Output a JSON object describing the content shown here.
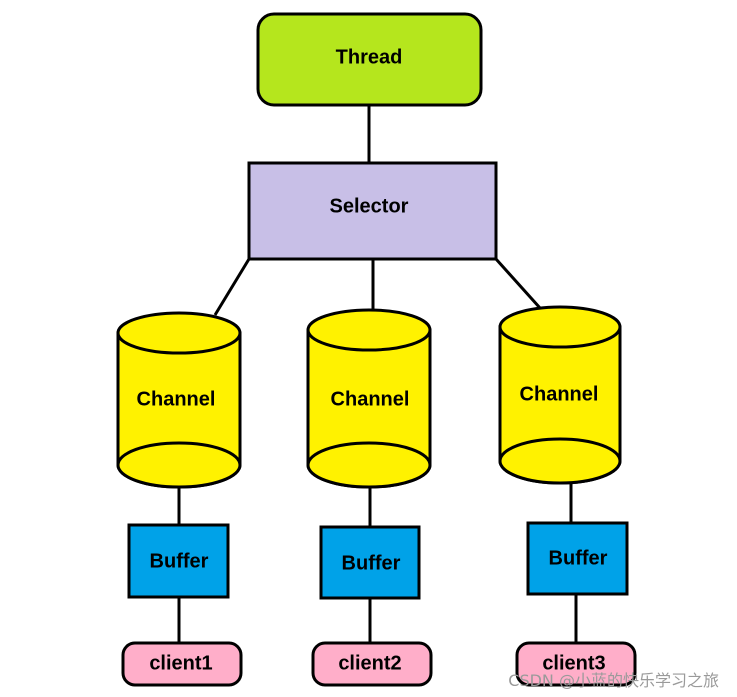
{
  "diagram": {
    "thread": {
      "label": "Thread",
      "color": "#b5e61d"
    },
    "selector": {
      "label": "Selector",
      "color": "#c8bfe7"
    },
    "channels": [
      {
        "label": "Channel",
        "color": "#fff200"
      },
      {
        "label": "Channel",
        "color": "#fff200"
      },
      {
        "label": "Channel",
        "color": "#fff200"
      }
    ],
    "buffers": [
      {
        "label": "Buffer",
        "color": "#00a2e8"
      },
      {
        "label": "Buffer",
        "color": "#00a2e8"
      },
      {
        "label": "Buffer",
        "color": "#00a2e8"
      }
    ],
    "clients": [
      {
        "label": "client1",
        "color": "#ffaec9"
      },
      {
        "label": "client2",
        "color": "#ffaec9"
      },
      {
        "label": "client3",
        "color": "#ffaec9"
      }
    ],
    "stroke_color": "#000000"
  },
  "watermark": "CSDN @小蓝的快乐学习之旅"
}
